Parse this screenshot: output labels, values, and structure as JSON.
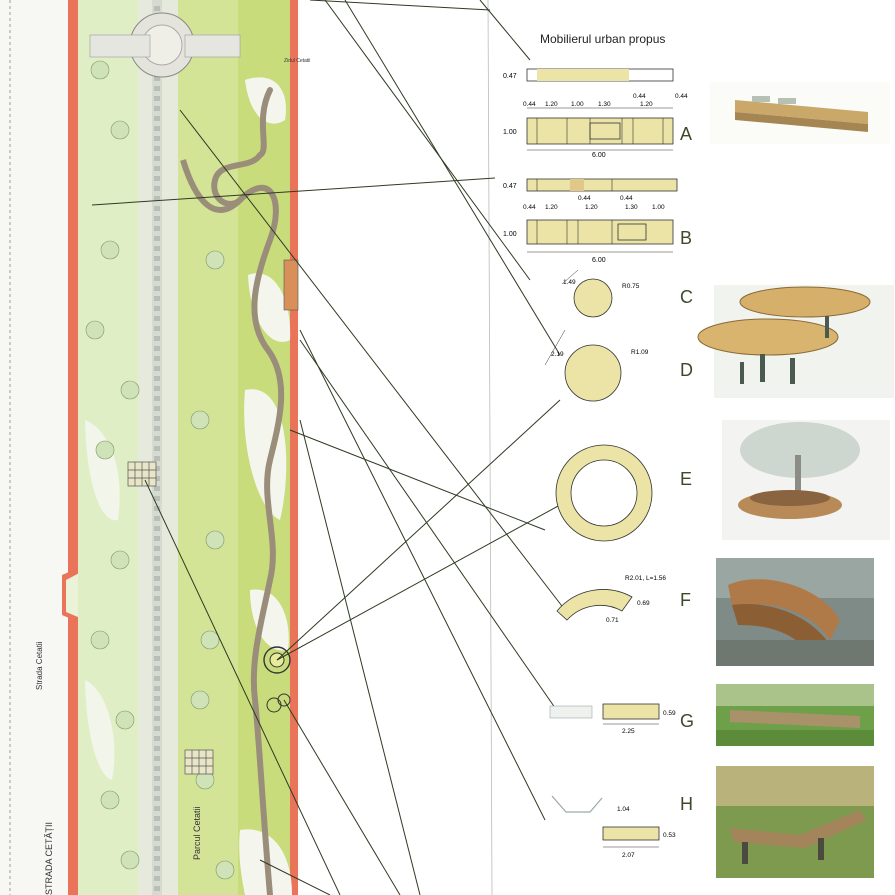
{
  "title": "Mobilierul urban propus",
  "street_label": "Strada Cetatii",
  "street_label_bottom": "STRADA CETĂȚII",
  "park_label": "Parcul Cetatii",
  "top_tag": "Zidul Cetatii",
  "items": [
    {
      "letter": "A",
      "strip_dim": "0.47",
      "segments": [
        "0.44",
        "1.20",
        "1.00",
        "1.30",
        "0.44",
        "1.20",
        "0.44"
      ],
      "height": "1.00",
      "total": "6.00"
    },
    {
      "letter": "B",
      "strip_dim": "0.47",
      "segments_top": [
        "0.44",
        "0.44"
      ],
      "segments": [
        "0.44",
        "1.20",
        "1.20",
        "1.30",
        "1.00"
      ],
      "height": "1.00",
      "total": "6.00"
    },
    {
      "letter": "C",
      "diag": "1.49",
      "radius": "R0.75"
    },
    {
      "letter": "D",
      "diag": "2.19",
      "radius": "R1.09"
    },
    {
      "letter": "E"
    },
    {
      "letter": "F",
      "radius_len": "R2.01, L=1.56",
      "width": "0.69",
      "chord": "0.71"
    },
    {
      "letter": "G",
      "height": "0.59",
      "length": "2.25"
    },
    {
      "letter": "H",
      "side": "1.04",
      "height": "0.53",
      "length": "2.07"
    }
  ],
  "colors": {
    "wall": "#e9745a",
    "grass": "#c8dc7c",
    "path": "#9a8e7a",
    "bench_fill": "#ebe4a6",
    "line": "#3b4a2b"
  }
}
